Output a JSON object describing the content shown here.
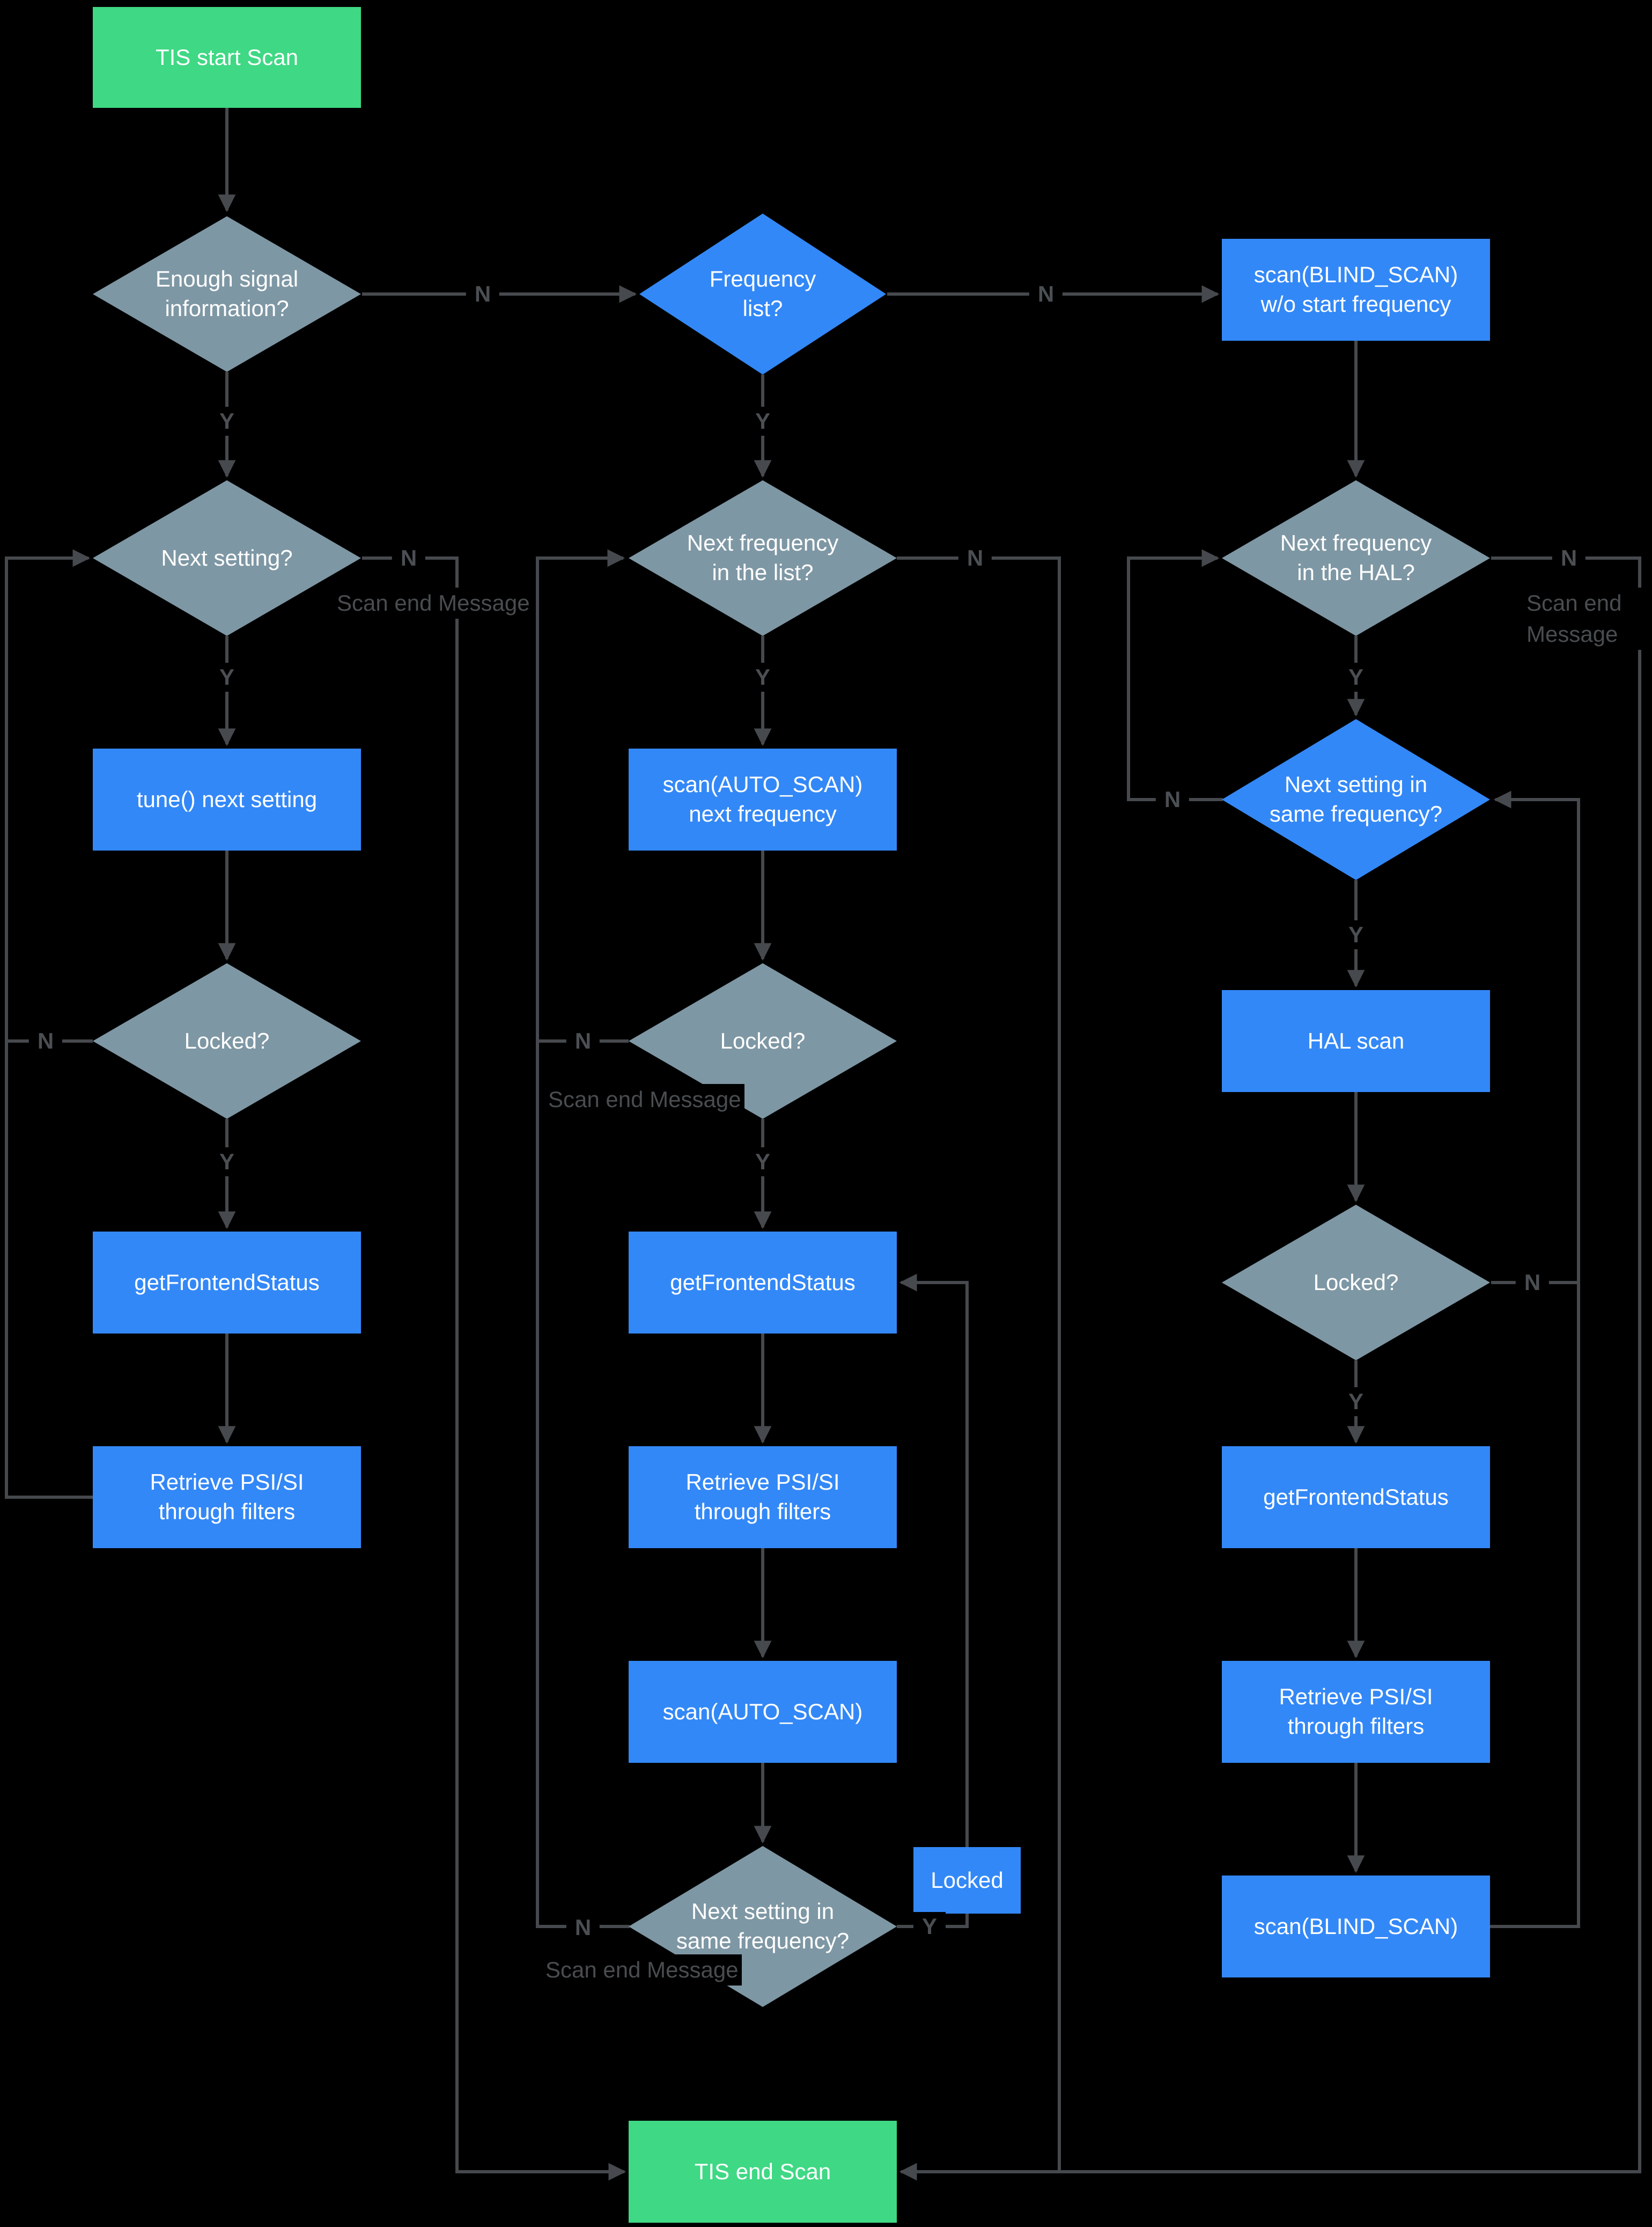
{
  "diagram": {
    "title": "TIS scan process flowchart",
    "colors": {
      "background": "#000000",
      "terminator_green": "#3FD884",
      "process_blue": "#3388F7",
      "decision_gray": "#7E97A4",
      "decision_blue": "#3388F7",
      "connector_gray": "#46494D",
      "edge_label_gray": "#4B4F53",
      "node_text": "#FFFFFF"
    },
    "nodes": {
      "start": {
        "label": "TIS start Scan",
        "type": "terminator"
      },
      "enough_signal": {
        "label": "Enough signal\ninformation?",
        "type": "decision"
      },
      "frequency_list": {
        "label": "Frequency\nlist?",
        "type": "decision"
      },
      "scan_blind_wo_start": {
        "label": "scan(BLIND_SCAN)\nw/o start frequency",
        "type": "process"
      },
      "next_setting": {
        "label": "Next setting?",
        "type": "decision"
      },
      "tune_next_setting": {
        "label": "tune() next setting",
        "type": "process"
      },
      "locked_1": {
        "label": "Locked?",
        "type": "decision"
      },
      "get_frontend_status_1": {
        "label": "getFrontendStatus",
        "type": "process"
      },
      "retrieve_psi_si_1": {
        "label": "Retrieve PSI/SI\nthrough filters",
        "type": "process"
      },
      "next_frequency_list": {
        "label": "Next frequency\nin the list?",
        "type": "decision"
      },
      "scan_auto_next_frequency": {
        "label": "scan(AUTO_SCAN)\nnext frequency",
        "type": "process"
      },
      "locked_2": {
        "label": "Locked?",
        "type": "decision"
      },
      "get_frontend_status_2": {
        "label": "getFrontendStatus",
        "type": "process"
      },
      "retrieve_psi_si_2": {
        "label": "Retrieve PSI/SI\nthrough filters",
        "type": "process"
      },
      "scan_auto": {
        "label": "scan(AUTO_SCAN)",
        "type": "process"
      },
      "locked_chip": {
        "label": "Locked",
        "type": "label-chip"
      },
      "next_setting_same_freq_mid": {
        "label": "Next setting in\nsame frequency?",
        "type": "decision"
      },
      "next_frequency_hal": {
        "label": "Next frequency\nin the HAL?",
        "type": "decision"
      },
      "next_setting_same_freq_right": {
        "label": "Next setting in\nsame frequency?",
        "type": "decision"
      },
      "hal_scan": {
        "label": "HAL scan",
        "type": "process"
      },
      "locked_3": {
        "label": "Locked?",
        "type": "decision"
      },
      "get_frontend_status_3": {
        "label": "getFrontendStatus",
        "type": "process"
      },
      "retrieve_psi_si_3": {
        "label": "Retrieve PSI/SI\nthrough filters",
        "type": "process"
      },
      "scan_blind": {
        "label": "scan(BLIND_SCAN)",
        "type": "process"
      },
      "end": {
        "label": "TIS end Scan",
        "type": "terminator"
      }
    },
    "edge_labels": {
      "yes": "Y",
      "no": "N",
      "scan_end_message": "Scan end\nMessage"
    }
  }
}
